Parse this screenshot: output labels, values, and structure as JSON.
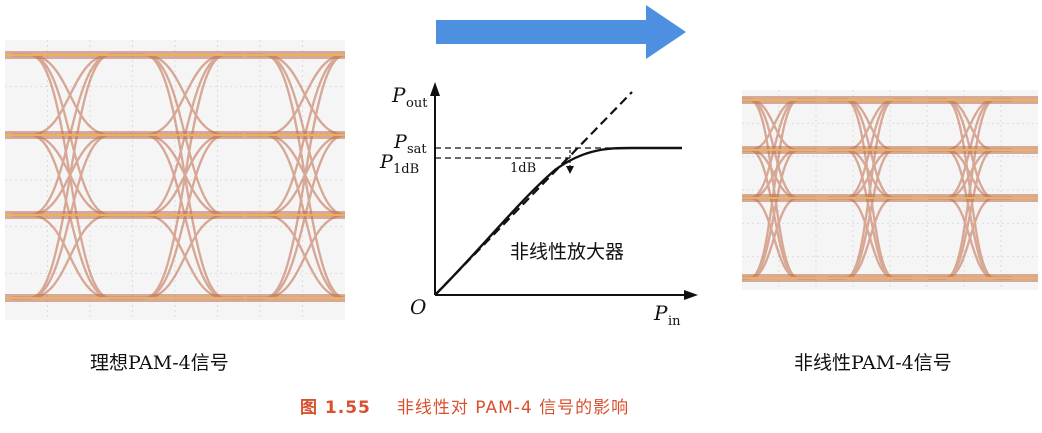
{
  "colors": {
    "arrow": "#4d8fe0",
    "eye_trace": "#c06a4a",
    "eye_level": "#e9b35e",
    "eye_background": "#f5f5f5",
    "caption": "#d9502e"
  },
  "left_panel": {
    "caption": "理想PAM-4信号"
  },
  "right_panel": {
    "caption": "非线性PAM-4信号"
  },
  "diagram": {
    "y_axis_label": "P",
    "y_axis_sub": "out",
    "x_axis_label": "P",
    "x_axis_sub": "in",
    "origin_label": "O",
    "psat_label": "P",
    "psat_sub": "sat",
    "p1db_label": "P",
    "p1db_sub": "1dB",
    "db_drop_label": "1dB",
    "amplifier_label": "非线性放大器"
  },
  "figure": {
    "number": "图 1.55",
    "title": "非线性对 PAM-4 信号的影响"
  }
}
